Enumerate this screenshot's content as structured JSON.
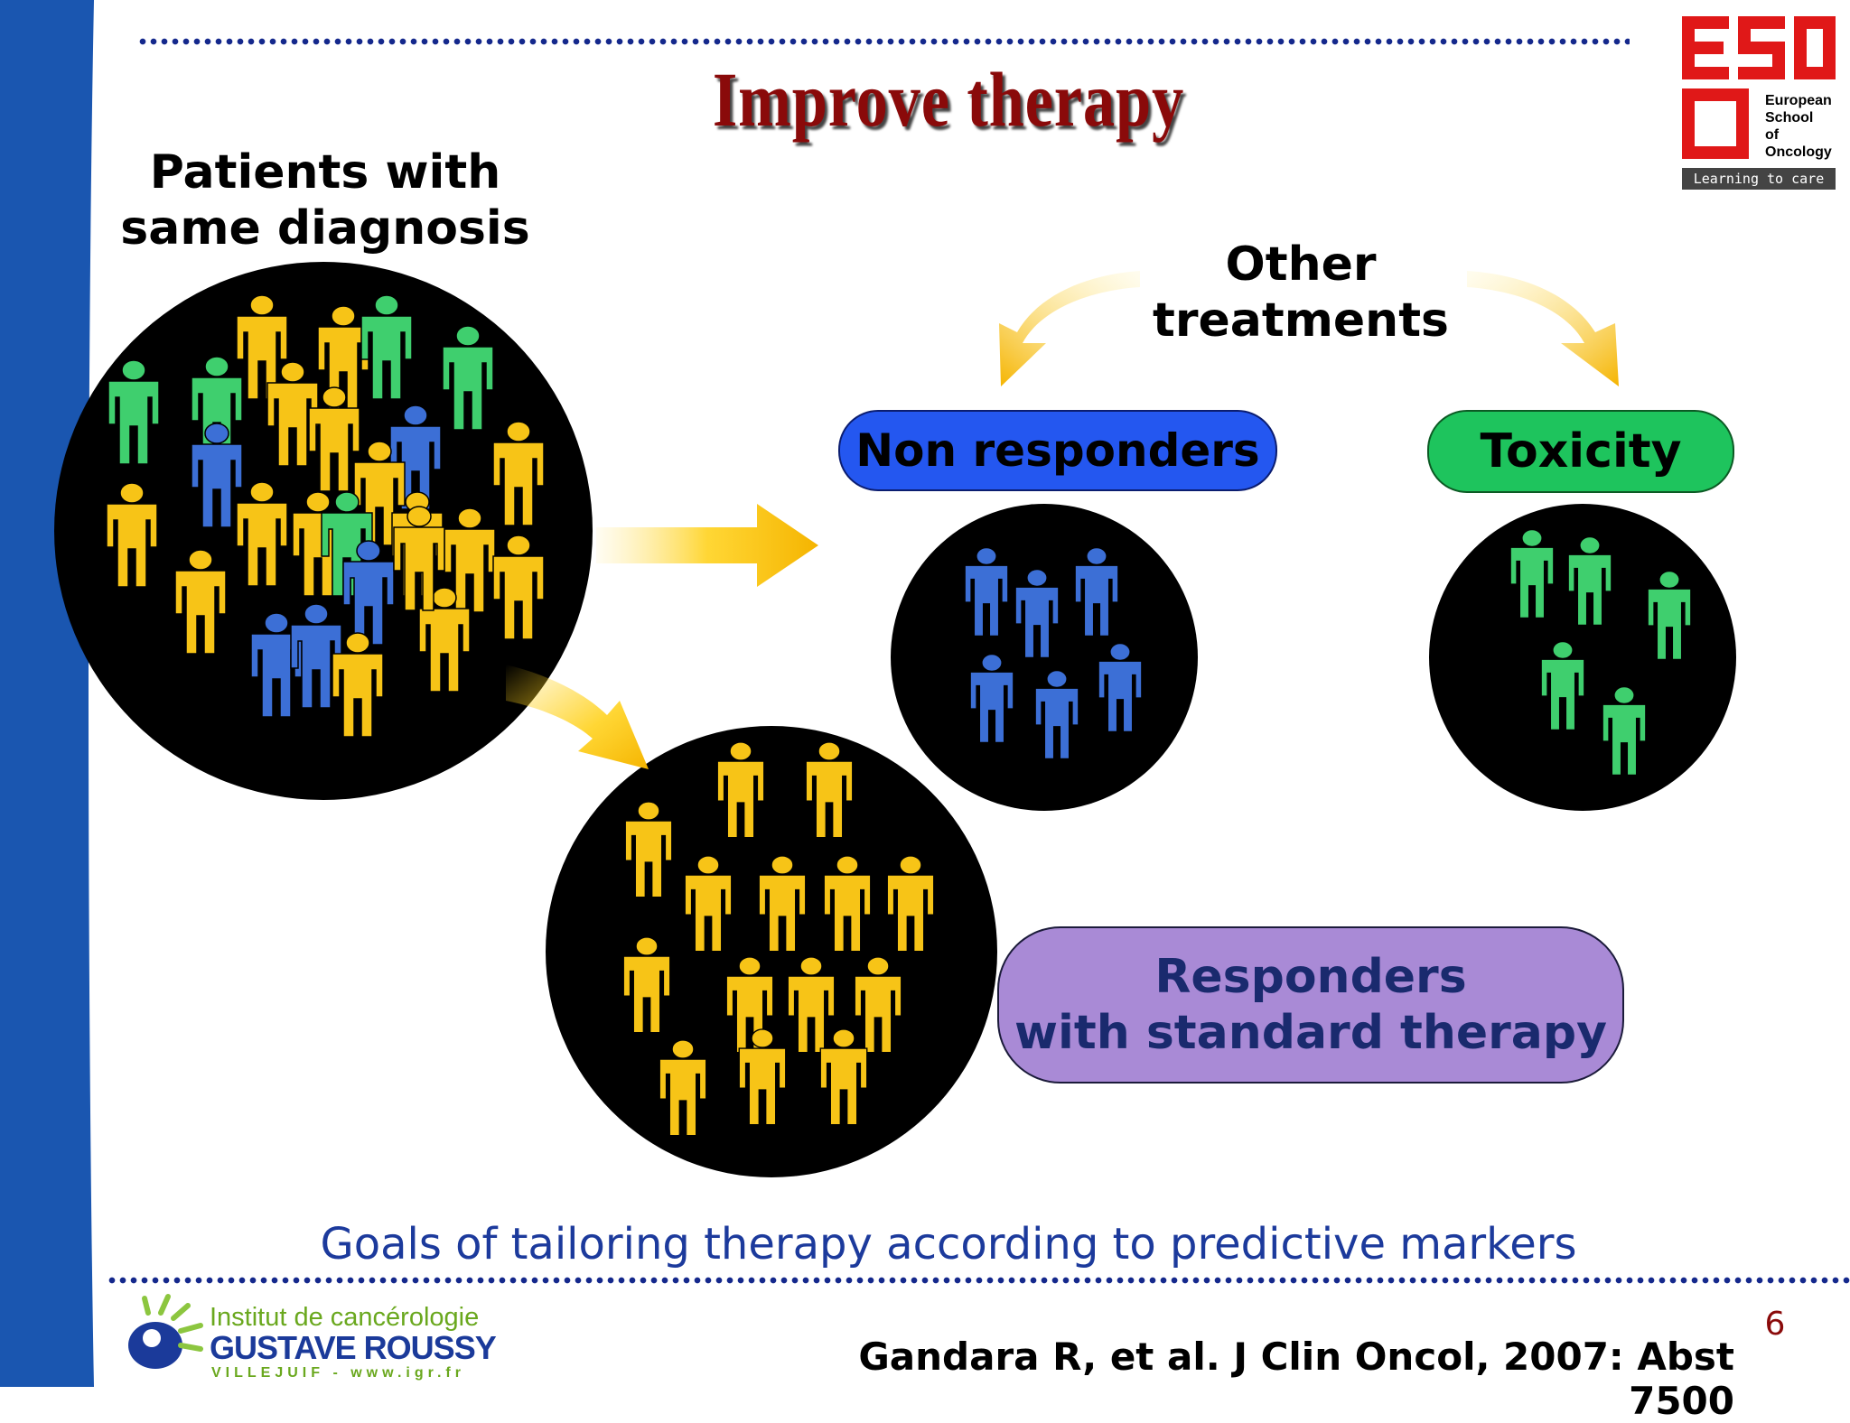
{
  "slide": {
    "title": "Improve  therapy",
    "patients_label_line1": "Patients with",
    "patients_label_line2": "same diagnosis",
    "other_treatments_line1": "Other",
    "other_treatments_line2": "treatments",
    "non_responders_label": "Non responders",
    "toxicity_label": "Toxicity",
    "responders_line1": "Responders",
    "responders_line2": "with standard therapy",
    "goals_text": "Goals of tailoring therapy according to predictive markers",
    "citation": "Gandara R, et al. J Clin Oncol, 2007: Abst 7500",
    "page_number": "6"
  },
  "eso_logo": {
    "text_line1": "European",
    "text_line2": "School",
    "text_line3": "of",
    "text_line4": "Oncology",
    "tagline": "Learning to care"
  },
  "igr_logo": {
    "line1": "Institut de cancérologie",
    "line2": "GUSTAVE ROUSSY",
    "line3": "VILLEJUIF - www.igr.fr"
  },
  "colors": {
    "figure_yellow": "#f7c417",
    "figure_blue": "#3c6fd6",
    "figure_green": "#3fcf6e",
    "band_blue": "#1a56b0",
    "title_red": "#8a0a0a",
    "arrow": "#f5b800"
  }
}
